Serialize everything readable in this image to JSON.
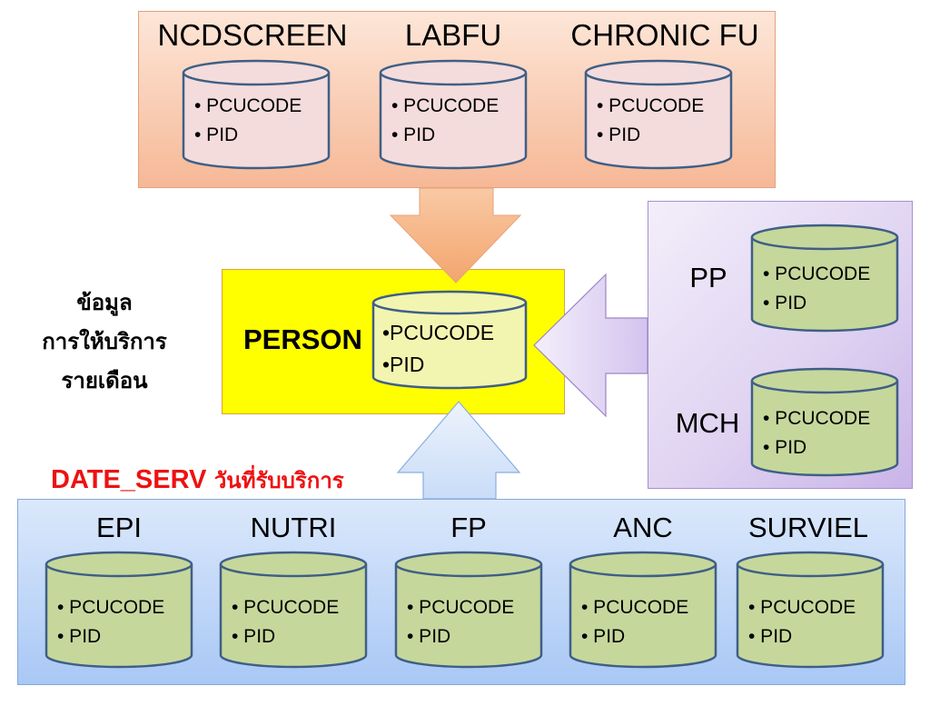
{
  "groups": {
    "top": {
      "tables": [
        {
          "name": "NCDSCREEN",
          "fields": [
            "• PCUCODE",
            "• PID"
          ]
        },
        {
          "name": "LABFU",
          "fields": [
            "• PCUCODE",
            "• PID"
          ]
        },
        {
          "name": "CHRONIC FU",
          "fields": [
            "• PCUCODE",
            "• PID"
          ]
        }
      ]
    },
    "right": {
      "tables": [
        {
          "name": "PP",
          "fields": [
            "• PCUCODE",
            "• PID"
          ]
        },
        {
          "name": "MCH",
          "fields": [
            "• PCUCODE",
            "• PID"
          ]
        }
      ]
    },
    "bottom": {
      "tables": [
        {
          "name": "EPI",
          "fields": [
            "• PCUCODE",
            "• PID"
          ]
        },
        {
          "name": "NUTRI",
          "fields": [
            "• PCUCODE",
            "• PID"
          ]
        },
        {
          "name": "FP",
          "fields": [
            "• PCUCODE",
            "• PID"
          ]
        },
        {
          "name": "ANC",
          "fields": [
            "• PCUCODE",
            "• PID"
          ]
        },
        {
          "name": "SURVIEL",
          "fields": [
            "• PCUCODE",
            "• PID"
          ]
        }
      ]
    }
  },
  "center": {
    "name": "PERSON",
    "fields": [
      "•PCUCODE",
      "•PID"
    ]
  },
  "side_note": [
    "ข้อมูล",
    "การให้บริการ",
    "รายเดือน"
  ],
  "date_serv": {
    "code": "DATE_SERV",
    "desc": "วันที่รับบริการ"
  },
  "colors": {
    "orange_group": "#f8c4a6",
    "purple_group": "#dccff0",
    "blue_group": "#c4daf8",
    "person_box": "#ffff00",
    "cyl_top_group": "#f4dcdc",
    "cyl_side_group": "#c6d79c",
    "cyl_person": "#f2f5b0",
    "date_serv": "#ee1111"
  }
}
